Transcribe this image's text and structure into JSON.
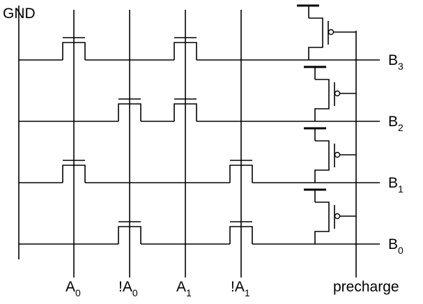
{
  "labels": {
    "gnd": "GND",
    "precharge": "precharge",
    "columns": [
      {
        "prefix": "A",
        "sub": "0"
      },
      {
        "prefix": "!A",
        "sub": "0"
      },
      {
        "prefix": "A",
        "sub": "1"
      },
      {
        "prefix": "!A",
        "sub": "1"
      }
    ],
    "rows": [
      {
        "prefix": "B",
        "sub": "3"
      },
      {
        "prefix": "B",
        "sub": "2"
      },
      {
        "prefix": "B",
        "sub": "1"
      },
      {
        "prefix": "B",
        "sub": "0"
      }
    ]
  },
  "transistors": [
    {
      "row": "B3",
      "column": "A0"
    },
    {
      "row": "B3",
      "column": "A1"
    },
    {
      "row": "B2",
      "column": "!A0"
    },
    {
      "row": "B2",
      "column": "A1"
    },
    {
      "row": "B1",
      "column": "A0"
    },
    {
      "row": "B1",
      "column": "!A1"
    },
    {
      "row": "B0",
      "column": "!A0"
    },
    {
      "row": "B0",
      "column": "!A1"
    }
  ],
  "colors": {
    "ink": "#000000",
    "background": "#ffffff"
  }
}
